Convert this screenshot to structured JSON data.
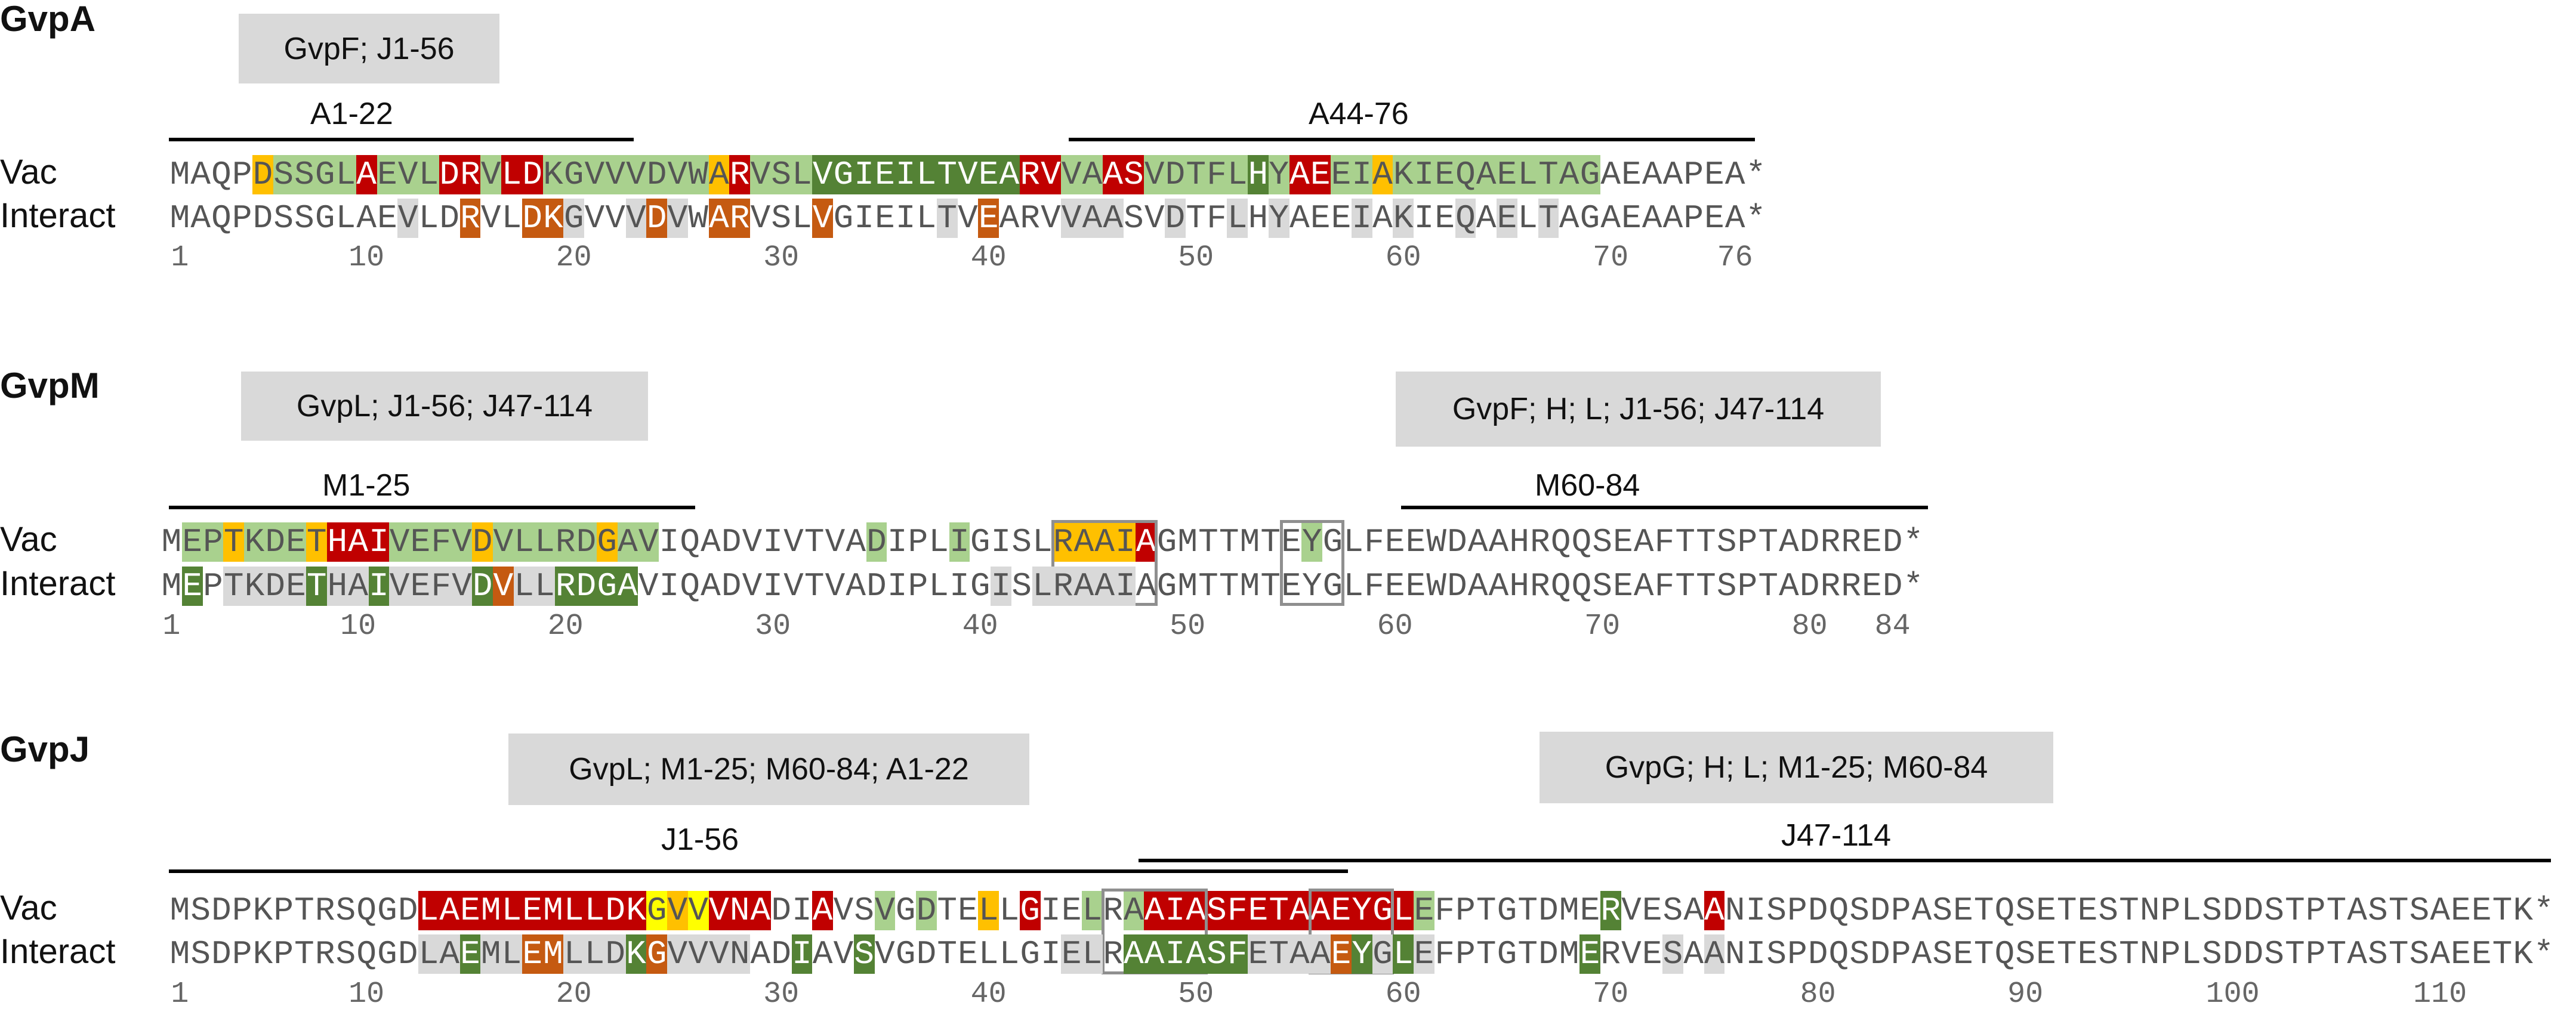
{
  "colors": {
    "red": "#c00000",
    "light_green": "#a9d18e",
    "dark_green": "#548235",
    "orange": "#ffc000",
    "dark_orange": "#c55a11",
    "yellow": "#ffff00",
    "gray": "#d9d9d9",
    "region_box": "#8f8f8f"
  },
  "rows": {
    "vac": "Vac",
    "interact": "Interact"
  },
  "proteins": [
    {
      "name": "GvpA",
      "boxes": [
        {
          "label": "GvpF; J1-56"
        }
      ],
      "regions": [
        {
          "label": "A1-22"
        },
        {
          "label": "A44-76"
        }
      ],
      "vac": {
        "sequence": "MAQPDSSGLAEVLDRVLDKGVVVDVWARVSLVGIEILTVEARVVAASVDTFLHYAEEIAKIEQAELTAGAEAAPEA*",
        "colors": "....OLLLLRLLLRRLRRLLLLLLLLORLLLDDDDDDDDDDRRLLRRLLLLLDLRRLLOLLLLLLLLLL........"
      },
      "interact": {
        "sequence": "MAQPDSSGLAEVLDRVLDKGVVVDVWARVSLVGIEILTVEARVVAASVDTFLHYAEEIAKIEQAELTAGAEAAPEA*",
        "colors": "...........G..T..TTG..GTG.TT...T.....G.T...GGG..G..G.G...G.G..G.G.G.........."
      },
      "ruler": [
        "1",
        "10",
        "20",
        "30",
        "40",
        "50",
        "60",
        "70",
        "76"
      ]
    },
    {
      "name": "GvpM",
      "boxes": [
        {
          "label": "GvpL; J1-56; J47-114"
        },
        {
          "label": "GvpF; H; L; J1-56; J47-114"
        }
      ],
      "regions": [
        {
          "label": "M1-25"
        },
        {
          "label": "M60-84"
        }
      ],
      "vac": {
        "sequence": "MEPTKDETHAIVEFVDVLLRDGAVIQADVIVTVADIPLIGISLRAAIAGMTTMTEYGLFEEWDAAHRQQSEAFTTSPTADRRED*",
        "colors": ".LLOLLLORRRLLLLOLLLLLOLL..........L...L....OOOOR.......L............................."
      },
      "interact": {
        "sequence": "MEPTKDETHAIVEFVDVLLRDGAVIQADVIVTVADIPLIGISLRAAIAGMTTMTEYGLFEEWDAAHRQQSEAFTTSPTADRRED*",
        "colors": ".D.GGGGDGGDGGGGDTGGDDDD.................G.GGGGG.........................................."
      },
      "ruler": [
        "1",
        "10",
        "20",
        "30",
        "40",
        "50",
        "60",
        "70",
        "80",
        "84"
      ],
      "gbox_ranges": [
        [
          44,
          48
        ],
        [
          55,
          57
        ]
      ]
    },
    {
      "name": "GvpJ",
      "boxes": [
        {
          "label": "GvpL; M1-25; M60-84; A1-22"
        },
        {
          "label": "GvpG; H; L; M1-25; M60-84"
        }
      ],
      "regions": [
        {
          "label": "J1-56"
        },
        {
          "label": "J47-114"
        }
      ],
      "vac": {
        "sequence": "MSDPKPTRSQGDLAEMLEMLLDKGVVVNADIAVSVGDTELLGIELRAAIASFETAAEYGLEFPTGTDMERVESAANISPDQSDPASETQSETESTNPLSDDSTPTASTSAEETK*",
        "colors": "............RRRRRRRRRRRYOYRRR..R..L.L..O.R..L.LRRRRRRRRRRRRRL........D....R........................................"
      },
      "interact": {
        "sequence": "MSDPKPTRSQGDLAEMLEMLLDKGVVVNADIAVSVGDTELLGIELRAAIASFETAAEYGLEFPTGTDMERVESAANISPDQSDPASETQSETESTNPLSDDSTPTASTSAEETK*",
        "colors": "............GGDGGTTGGGDTGGGG..D..D.........GG.DDDDDDGGGGTDGDG.......D...G.G......................................."
      },
      "ruler": [
        "1",
        "10",
        "20",
        "30",
        "40",
        "50",
        "60",
        "70",
        "80",
        "90",
        "100",
        "110"
      ],
      "gbox_ranges": [
        [
          46,
          50
        ],
        [
          56,
          59
        ]
      ]
    }
  ]
}
